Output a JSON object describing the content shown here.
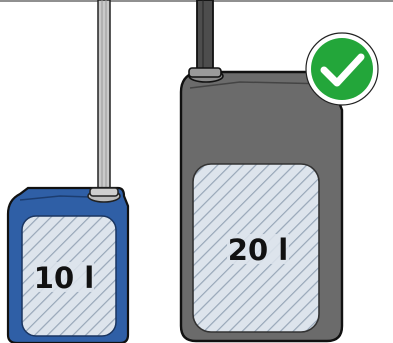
{
  "canisters": [
    {
      "id": "small",
      "label": "10 l",
      "color": "#2f5fa6",
      "selected": false
    },
    {
      "id": "large",
      "label": "20 l",
      "color": "#6b6b6b",
      "selected": true
    }
  ],
  "check_badge": {
    "icon": "checkmark-icon",
    "color": "#23a63a"
  },
  "hatch_colors": {
    "fill": "#dde4ec",
    "stroke": "#98a7b8"
  }
}
